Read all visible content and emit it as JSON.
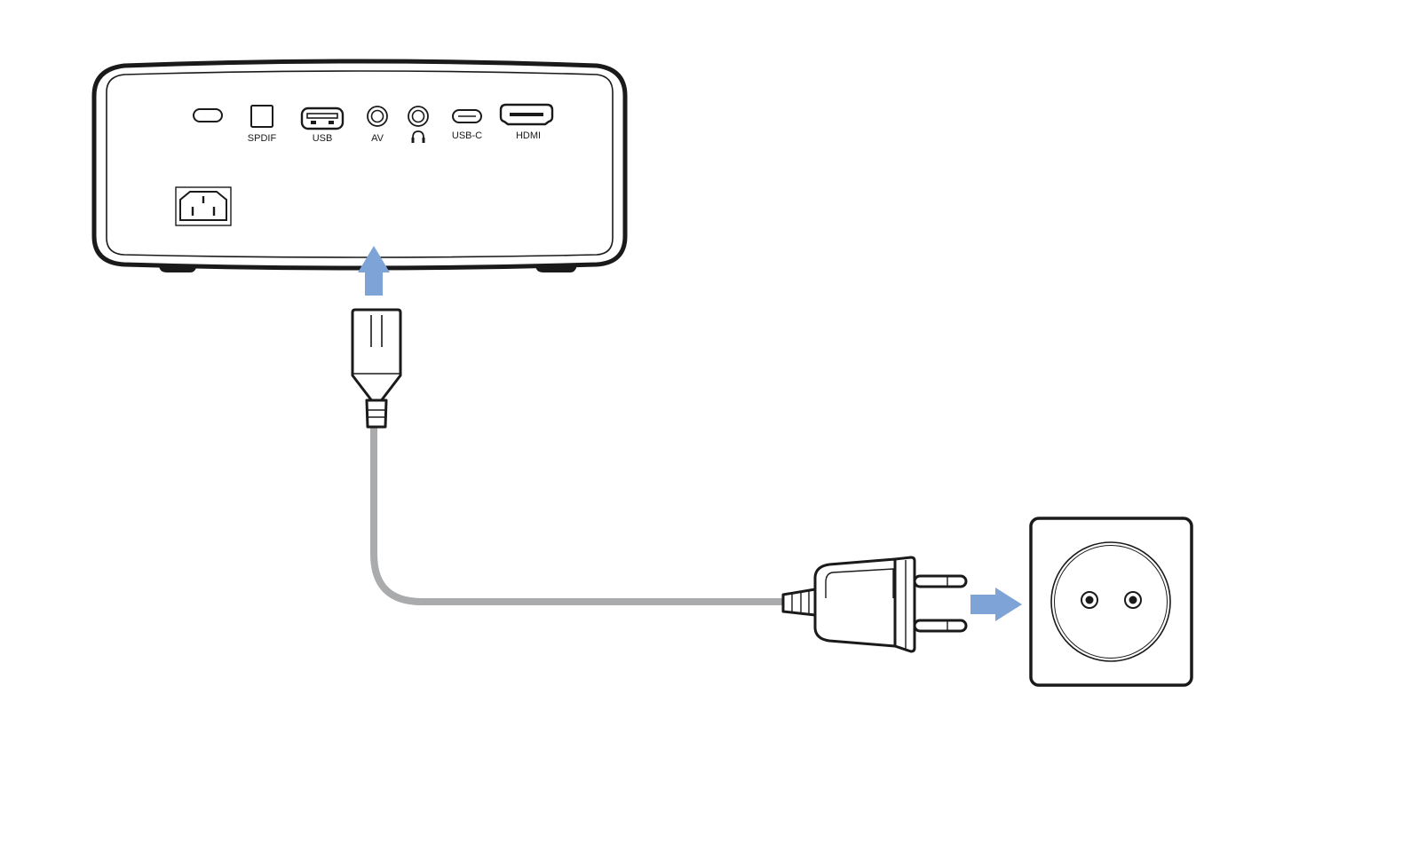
{
  "diagram": {
    "ports": {
      "spdif": "SPDIF",
      "usb": "USB",
      "av": "AV",
      "usb_c": "USB-C",
      "hdmi": "HDMI",
      "headphone_icon": "headphone-icon",
      "power_button_icon": "power-button-icon",
      "ac_inlet_icon": "ac-power-inlet-icon"
    },
    "colors": {
      "outline": "#1a1a1a",
      "cable": "#a9abad",
      "arrow": "#7ea3d6",
      "background": "#ffffff"
    }
  }
}
